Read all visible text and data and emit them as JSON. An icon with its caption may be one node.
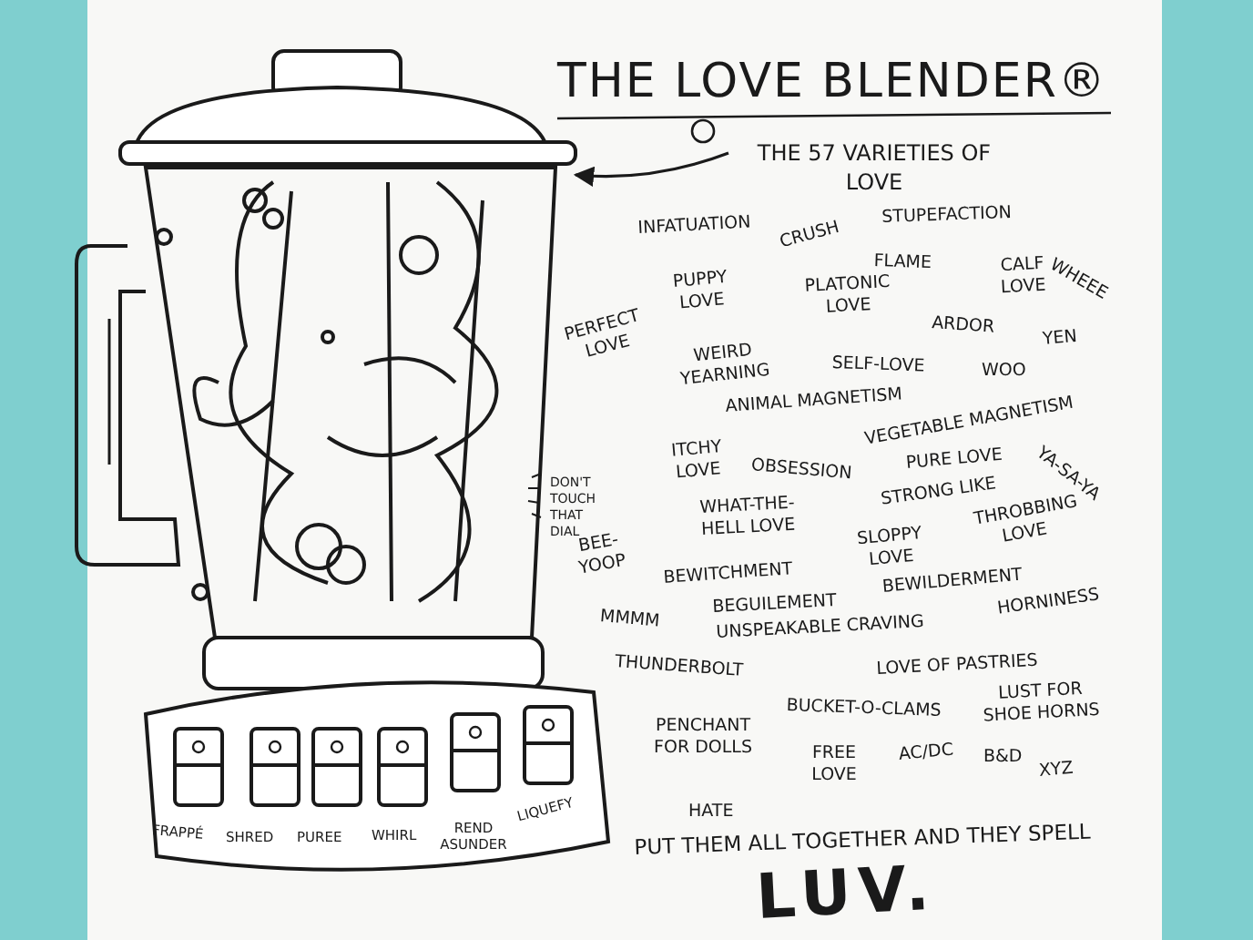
{
  "diagram": {
    "title": "THE LOVE BLENDER®",
    "nodes": [
      {
        "text": [
          "THE 57 VARIETIES OF LOVE"
        ]
      },
      {
        "text": [],
        "shape": "picture"
      }
    ],
    "edges": [
      {
        "from": 0,
        "to": 1,
        "arrow": "to"
      }
    ],
    "labels": [
      "INFATUATION",
      "CRUSH",
      "STUPEFACTION",
      "PUPPY LOVE",
      "FLAME",
      "PLATONIC LOVE",
      "CALF LOVE",
      "WHEEE",
      "ARDOR",
      "YEN",
      "PERFECT LOVE",
      "WEIRD YEARNING",
      "SELF-LOVE",
      "WOO",
      "ANIMAL MAGNETISM",
      "VEGETABLE MAGNETISM",
      "ITCHY LOVE",
      "OBSESSION",
      "PURE LOVE",
      "YA-SA-YA",
      "DON'T TOUCH THAT DIAL",
      "WHAT-THE-HELL LOVE",
      "STRONG LIKE",
      "SLOPPY LOVE",
      "THROBBING LOVE",
      "BEE-YOOP",
      "BEWITCHMENT",
      "MMMM",
      "BEGUILEMENT",
      "BEWILDERMENT",
      "UNSPEAKABLE CRAVING",
      "HORNINESS",
      "THUNDERBOLT",
      "LOVE OF PASTRIES",
      "BUCKET-O-CLAMS",
      "LUST FOR SHOE HORNS",
      "PENCHANT FOR DOLLS",
      "FREE LOVE",
      "AC/DC",
      "B&D",
      "XYZ",
      "HATE",
      "PUT THEM ALL TOGETHER AND THEY SPELL",
      "LUV.",
      "FRAPPÉ",
      "SHRED",
      "PUREE",
      "WHIRL",
      "REND ASUNDER",
      "LIQUEFY"
    ]
  }
}
